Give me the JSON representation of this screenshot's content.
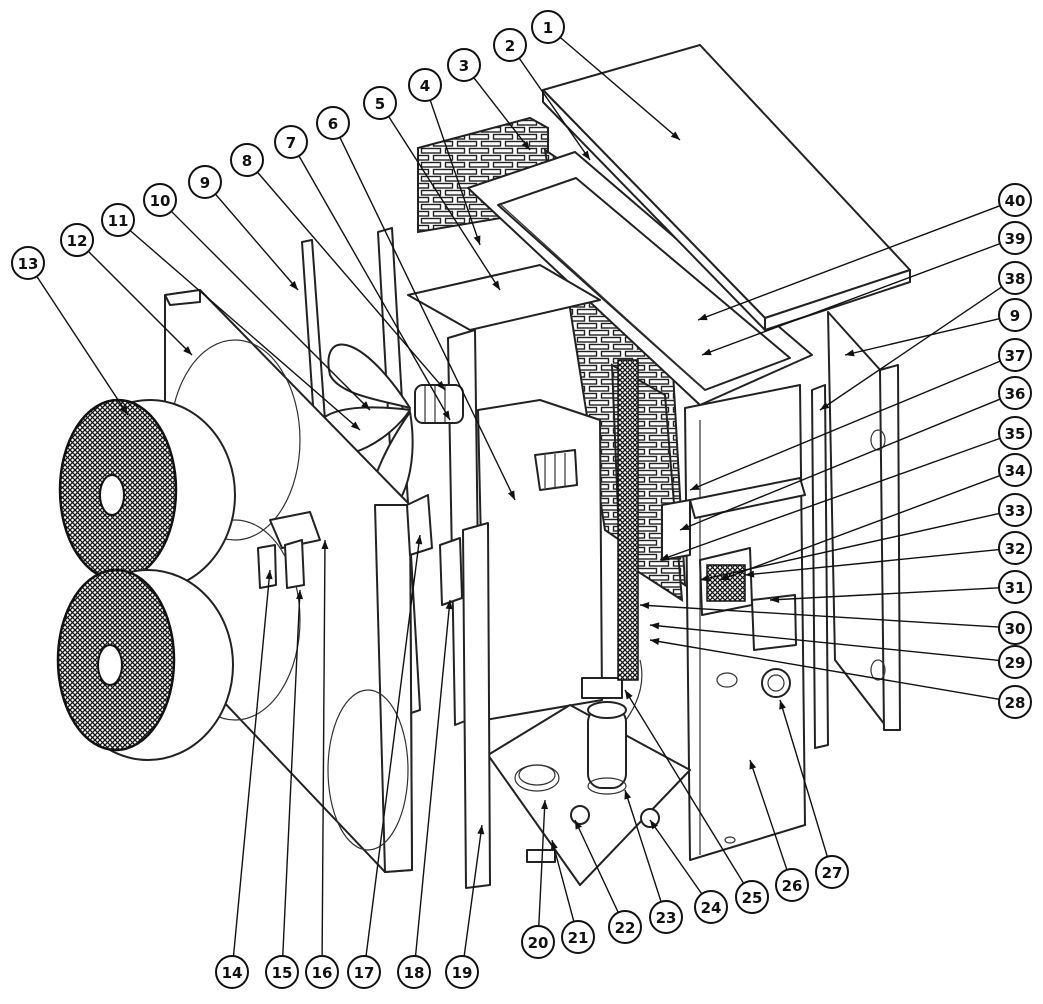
{
  "callouts": [
    {
      "label": "1"
    },
    {
      "label": "2"
    },
    {
      "label": "3"
    },
    {
      "label": "4"
    },
    {
      "label": "5"
    },
    {
      "label": "6"
    },
    {
      "label": "7"
    },
    {
      "label": "8"
    },
    {
      "label": "9"
    },
    {
      "label": "10"
    },
    {
      "label": "11"
    },
    {
      "label": "12"
    },
    {
      "label": "13"
    },
    {
      "label": "40"
    },
    {
      "label": "39"
    },
    {
      "label": "38"
    },
    {
      "label": "9"
    },
    {
      "label": "37"
    },
    {
      "label": "36"
    },
    {
      "label": "35"
    },
    {
      "label": "34"
    },
    {
      "label": "33"
    },
    {
      "label": "32"
    },
    {
      "label": "31"
    },
    {
      "label": "30"
    },
    {
      "label": "29"
    },
    {
      "label": "28"
    },
    {
      "label": "14"
    },
    {
      "label": "15"
    },
    {
      "label": "16"
    },
    {
      "label": "17"
    },
    {
      "label": "18"
    },
    {
      "label": "19"
    },
    {
      "label": "20"
    },
    {
      "label": "21"
    },
    {
      "label": "22"
    },
    {
      "label": "23"
    },
    {
      "label": "24"
    },
    {
      "label": "25"
    },
    {
      "label": "26"
    },
    {
      "label": "27"
    }
  ]
}
